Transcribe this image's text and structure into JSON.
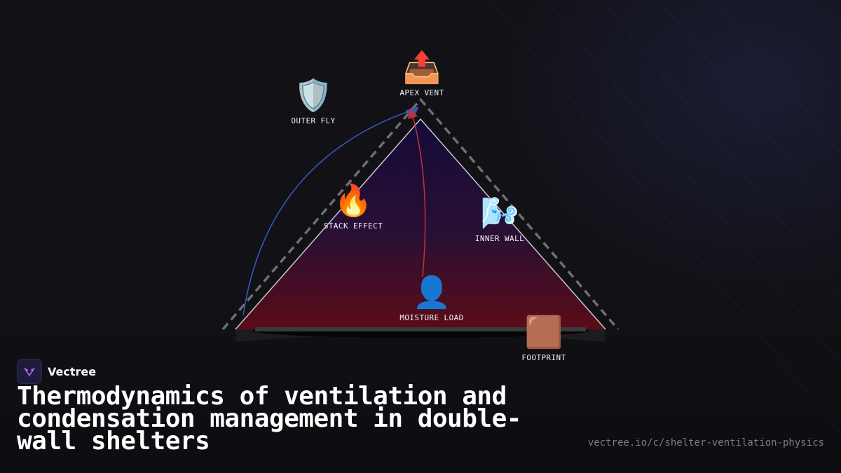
{
  "diagram": {
    "nodes": {
      "apex_vent": {
        "icon": "📤",
        "icon_name": "outbox-tray-icon",
        "label": "APEX VENT"
      },
      "outer_fly": {
        "icon": "🛡️",
        "icon_name": "shield-icon",
        "label": "OUTER FLY"
      },
      "stack_effect": {
        "icon": "🔥",
        "icon_name": "fire-icon",
        "label": "STACK EFFECT"
      },
      "inner_wall": {
        "icon": "🌬️",
        "icon_name": "wind-face-icon",
        "label": "INNER WALL"
      },
      "moisture_load": {
        "icon": "👤",
        "icon_name": "person-silhouette-icon",
        "label": "MOISTURE LOAD"
      },
      "footprint": {
        "icon": "🟫",
        "icon_name": "brown-square-icon",
        "label": "FOOTPRINT"
      }
    },
    "colors": {
      "inner_top": "#130b38",
      "inner_bottom": "#5a0c16",
      "outer_fly_line": "#6e6e76",
      "inner_wall_line": "#c8c8cc",
      "flow_blue": "#3558b8",
      "flow_red": "#c0313a"
    }
  },
  "brand": {
    "name": "Vectree",
    "logo_icon": "vectree-logo-icon"
  },
  "title": "Thermodynamics of ventilation and condensation management in double-wall shelters",
  "url": "vectree.io/c/shelter-ventilation-physics"
}
